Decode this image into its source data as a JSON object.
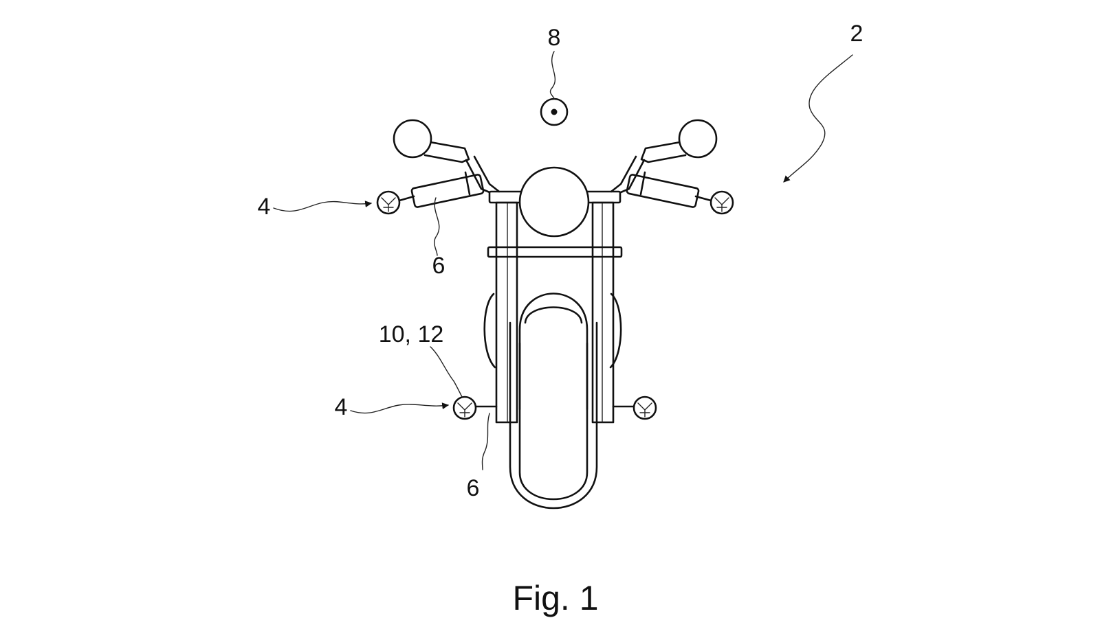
{
  "figure": {
    "caption": "Fig. 1",
    "labels": {
      "vehicle": "2",
      "sensor_upper_left": "4",
      "sensor_lower_left": "4",
      "mount_upper": "6",
      "mount_lower": "6",
      "central_unit": "8",
      "sensor_detail": "10, 12"
    }
  }
}
